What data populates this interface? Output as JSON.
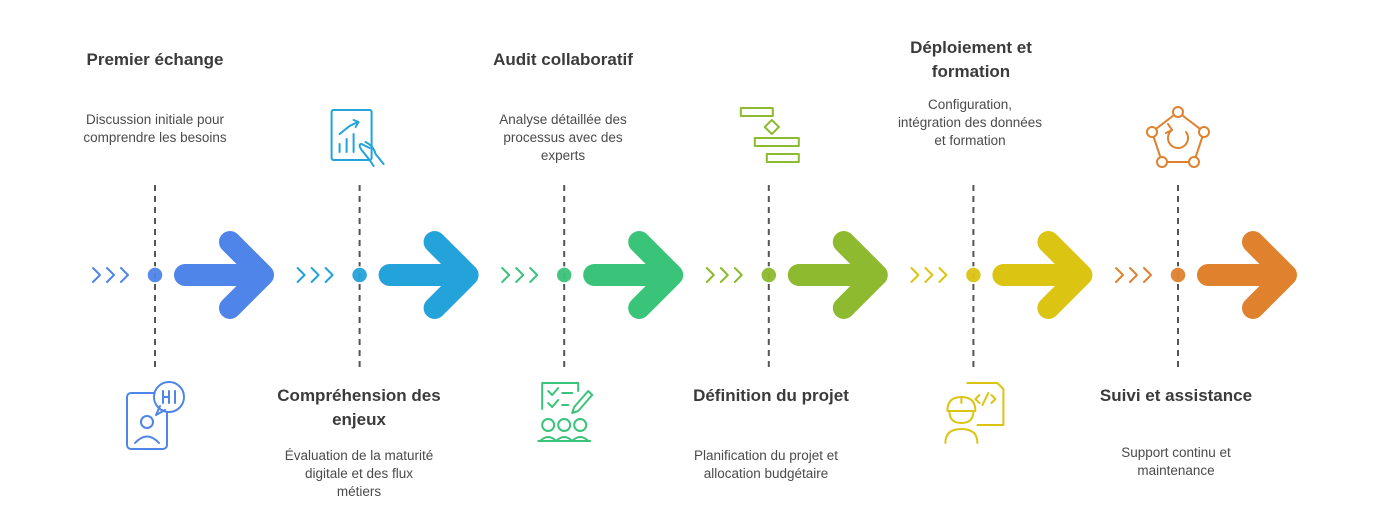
{
  "steps": [
    {
      "title": "Premier échange",
      "desc": "Discussion initiale pour comprendre les besoins",
      "icon": "chat-phone-icon",
      "color": "#4F84E8",
      "position": "top"
    },
    {
      "title": "Compréhension des enjeux",
      "desc": "Évaluation de la maturité digitale et des flux métiers",
      "icon": "chart-report-icon",
      "color": "#23A3D9",
      "position": "bottom"
    },
    {
      "title": "Audit collaboratif",
      "desc": "Analyse détaillée des processus avec des experts",
      "icon": "team-checklist-icon",
      "color": "#3AC47A",
      "position": "top"
    },
    {
      "title": "Définition du projet",
      "desc": "Planification du projet et allocation budgétaire",
      "icon": "gantt-plan-icon",
      "color": "#8DBA2E",
      "position": "bottom"
    },
    {
      "title": "Déploiement et formation",
      "desc": "Configuration, intégration des données et formation",
      "icon": "engineer-code-icon",
      "color": "#DCC413",
      "position": "top"
    },
    {
      "title": "Suivi et assistance",
      "desc": "Support continu et maintenance",
      "icon": "cycle-network-icon",
      "color": "#E0812E",
      "position": "bottom"
    }
  ]
}
